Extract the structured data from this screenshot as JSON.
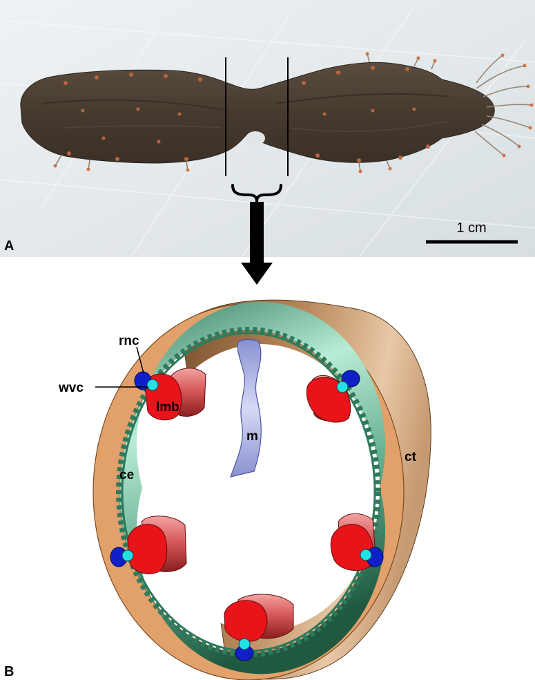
{
  "panels": {
    "a": {
      "letter": "A",
      "scale_bar": {
        "label": "1 cm"
      }
    },
    "b": {
      "letter": "B",
      "labels": {
        "rnc": "rnc",
        "wvc": "wvc",
        "lmb": "lmb",
        "m": "m",
        "ce": "ce",
        "ct": "ct"
      }
    }
  },
  "colors": {
    "photo_background": "#e6ebee",
    "specimen_body": "#4a3e33",
    "connective_tissue": "#e2a06a",
    "coelomic_epithelium": "#2f7a5c",
    "muscle": "#e8141a",
    "radial_nerve_cord": "#1020c8",
    "water_vascular_canal": "#22e0e6",
    "mesentery": "#a7aee0"
  }
}
